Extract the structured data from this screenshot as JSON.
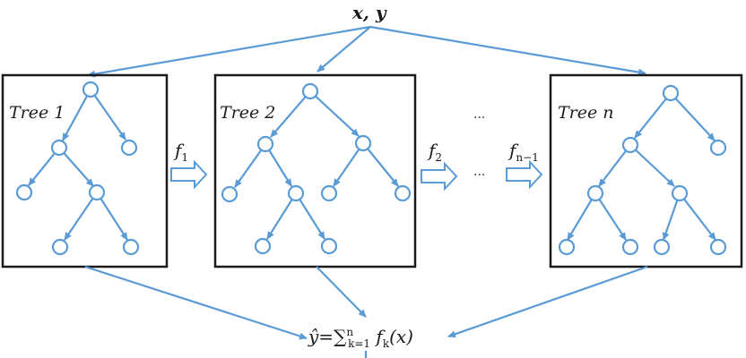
{
  "input_label": "x, y",
  "trees": [
    {
      "title": "Tree 1"
    },
    {
      "title": "Tree 2"
    },
    {
      "title": "Tree n"
    }
  ],
  "transitions": [
    {
      "symbol": "f",
      "index": "1"
    },
    {
      "symbol": "f",
      "index": "2"
    },
    {
      "symbol": "f",
      "index": "n−1"
    }
  ],
  "ellipsis": "...",
  "output_formula": {
    "lhs": "ŷ=",
    "sum": "∑",
    "lower": "k=1",
    "upper": "n",
    "term": "f",
    "term_index": "k",
    "argument": "(x)"
  },
  "colors": {
    "edge": "#5b9bd5",
    "box": "#1a1a1a"
  }
}
